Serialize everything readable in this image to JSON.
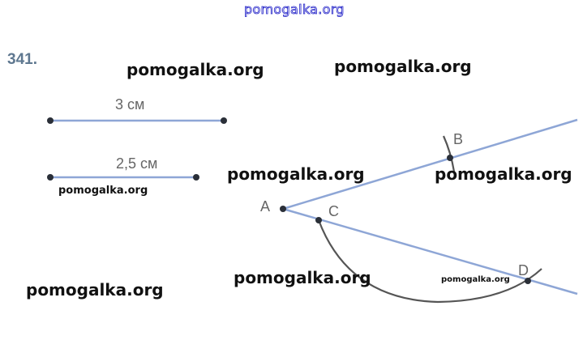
{
  "header": {
    "watermark": "pomogalka.org"
  },
  "exercise_number": "341.",
  "segments": [
    {
      "label": "3 см",
      "length_cm": 3
    },
    {
      "label": "2,5 см",
      "length_cm": 2.5
    }
  ],
  "points": {
    "a": "A",
    "b": "B",
    "c": "C",
    "d": "D"
  },
  "watermarks": [
    "pomogalka.org",
    "pomogalka.org",
    "pomogalka.org",
    "pomogalka.org",
    "pomogalka.org",
    "pomogalka.org",
    "pomogalka.org",
    "pomogalka.org"
  ],
  "colors": {
    "ray": "#8ea6d6",
    "point": "#2a2f38",
    "arc": "#555555",
    "number": "#5f7890"
  }
}
